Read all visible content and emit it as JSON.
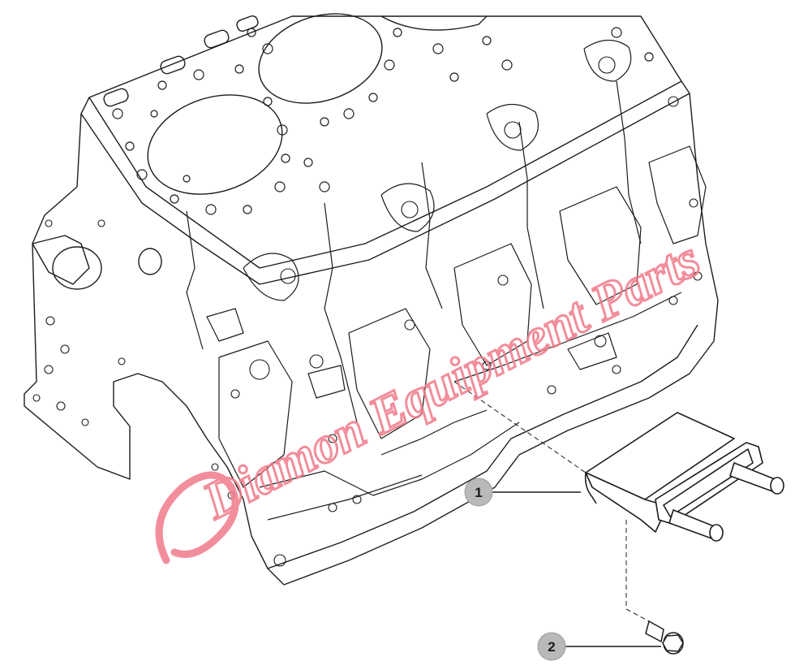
{
  "figure": {
    "callouts": [
      {
        "label": "1",
        "part": "engine-mount-bracket"
      },
      {
        "label": "2",
        "part": "flange-bolt"
      }
    ],
    "watermark": {
      "text": "Diamon Equipment Parts",
      "color": "#f07a8a"
    },
    "colors": {
      "line": "#1c1c1c",
      "callout_fill": "#b9b9b9",
      "paper": "#ffffff"
    }
  }
}
